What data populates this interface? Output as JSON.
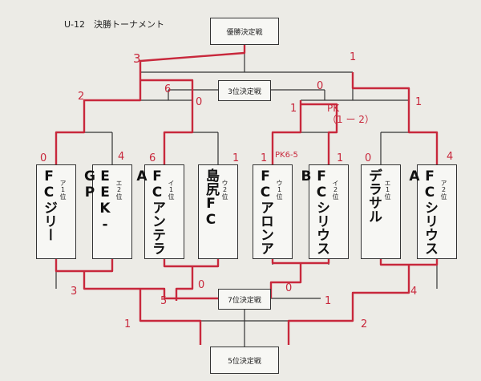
{
  "title": "U-12　決勝トーナメント",
  "finals": {
    "first": "優勝決定戦",
    "third": "3位決定戦",
    "seventh": "7位決定戦",
    "fifth": "5位決定戦"
  },
  "teams": [
    {
      "name": "FCジリー",
      "group": "ア1位"
    },
    {
      "name": "EEK-GP",
      "group": "エ2位"
    },
    {
      "name": "FCアンテラA",
      "group": "イ1位"
    },
    {
      "name": "島尻FC",
      "group": "ウ2位"
    },
    {
      "name": "FCアロンア",
      "group": "ウ1位"
    },
    {
      "name": "FCシリウスB",
      "group": "イ2位"
    },
    {
      "name": "デラサル",
      "group": "エ1位"
    },
    {
      "name": "FCシリウスA",
      "group": "ア2位"
    }
  ],
  "scores": {
    "team_top": [
      "0",
      "4",
      "6",
      "1",
      "1",
      "1",
      "0",
      "4"
    ],
    "semi_top": [
      "2",
      "0",
      "1",
      "1"
    ],
    "final": [
      "3",
      "1"
    ],
    "third": [
      "6",
      "0"
    ],
    "pk_top": "PK\n（1 ー 2）",
    "pk_team": "PK6-5",
    "lower_first": [
      "3",
      "0",
      "0",
      "4"
    ],
    "seventh": [
      "5",
      "1"
    ],
    "fifth": [
      "1",
      "2"
    ]
  },
  "colors": {
    "ink": "#333333",
    "marker": "#c8283c",
    "paper": "#ecebe6"
  }
}
